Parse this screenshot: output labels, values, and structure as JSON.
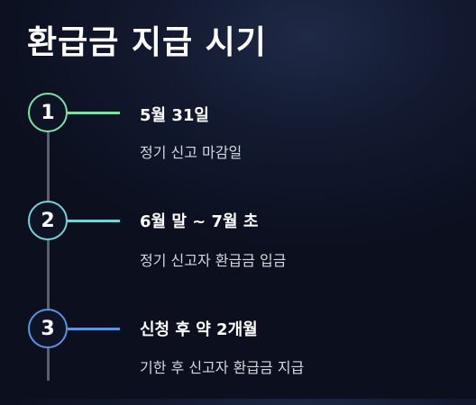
{
  "title": "환급금 지급 시기",
  "steps": [
    {
      "number": "1",
      "title": "5월 31일",
      "description": "정기 신고 마감일",
      "color": "#7ee0a5"
    },
    {
      "number": "2",
      "title": "6월 말 ~ 7월 초",
      "description": "정기 신고자 환급금 입금",
      "color": "#74d3d8"
    },
    {
      "number": "3",
      "title": "신청 후 약 2개월",
      "description": "기한 후 신고자 환급금 지급",
      "color": "#5b95e0"
    }
  ]
}
